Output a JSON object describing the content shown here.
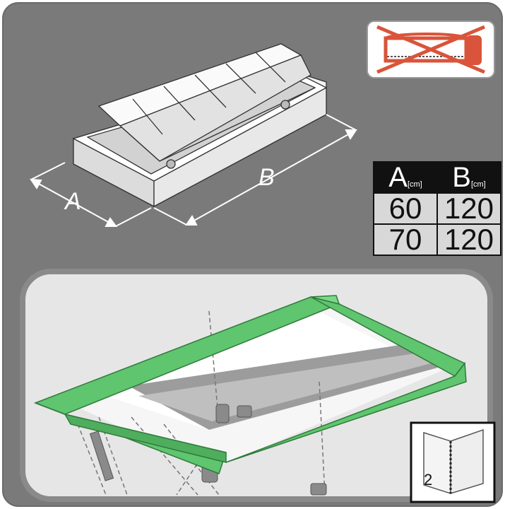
{
  "dimension_labels": {
    "a": "A",
    "b": "B"
  },
  "table": {
    "headers": [
      {
        "letter": "A",
        "unit": "[cm]"
      },
      {
        "letter": "B",
        "unit": "[cm]"
      }
    ],
    "rows": [
      [
        "60",
        "120"
      ],
      [
        "70",
        "120"
      ]
    ]
  },
  "manual_icon": {
    "page_number": "2"
  },
  "icons": {
    "no_saw": "no-saw-icon",
    "manual": "manual-book-icon"
  },
  "colors": {
    "background": "#7a7a7a",
    "frame_green": "#5fc56f",
    "saw_red": "#d9543a",
    "panel_light": "#e6e6e6"
  }
}
